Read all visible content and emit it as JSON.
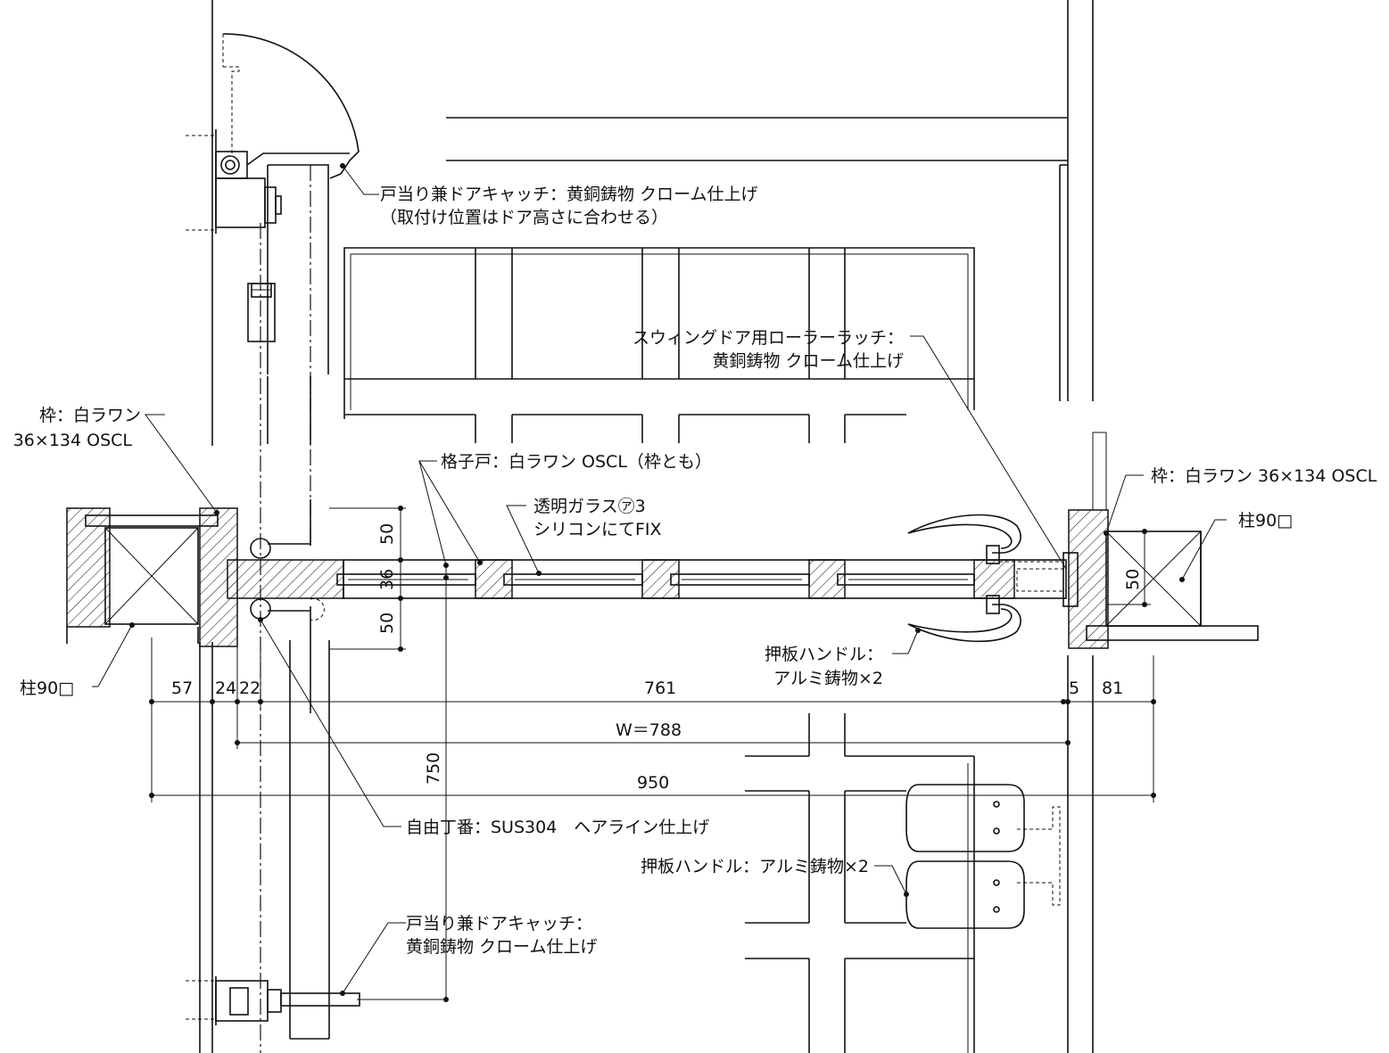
{
  "labels": {
    "door_stop_top_line1": "戸当り兼ドアキャッチ：黄銅鋳物 クローム仕上げ",
    "door_stop_top_line2": "（取付け位置はドア高さに合わせる）",
    "roller_latch_line1": "スウィングドア用ローラーラッチ：",
    "roller_latch_line2": "黄銅鋳物 クローム仕上げ",
    "frame_left_line1": "枠：白ラワン",
    "frame_left_line2": "36×134 OSCL",
    "lattice_door": "格子戸：白ラワン OSCL（枠とも）",
    "glass_line1": "透明ガラス㋐3",
    "glass_line2": "シリコンにてFIX",
    "frame_right": "枠：白ラワン 36×134 OSCL",
    "pillar_right": "柱90□",
    "pillar_left": "柱90□",
    "push_handle_line1": "押板ハンドル：",
    "push_handle_line2": "アルミ鋳物×2",
    "hinge": "自由丁番：SUS304　ヘアライン仕上げ",
    "push_handle_elev": "押板ハンドル：アルミ鋳物×2",
    "door_stop_bottom_line1": "戸当り兼ドアキャッチ：",
    "door_stop_bottom_line2": "黄銅鋳物 クローム仕上げ"
  },
  "dimensions": {
    "d57": "57",
    "d24": "24",
    "d22": "22",
    "d761": "761",
    "d5": "5",
    "d81": "81",
    "w788": "W＝788",
    "d950": "950",
    "d750": "750",
    "v50_top": "50",
    "v36": "36",
    "v50_bottom": "50",
    "v50_right": "50"
  }
}
